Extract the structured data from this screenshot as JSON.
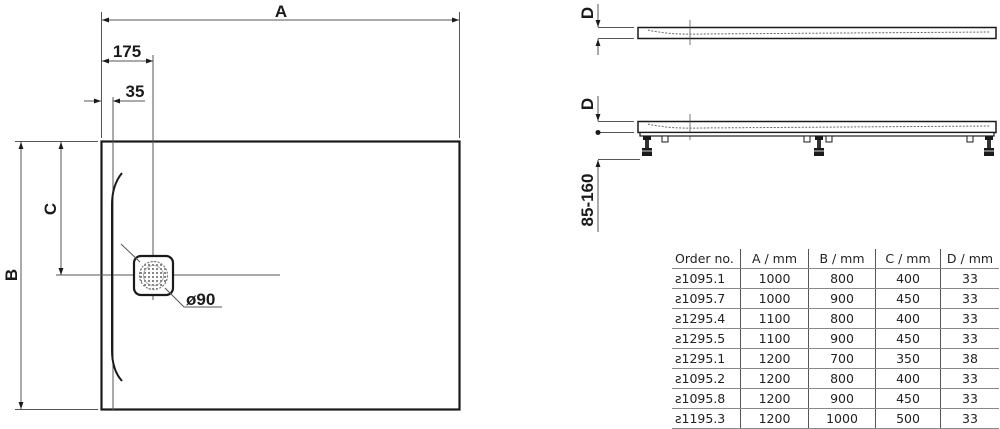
{
  "plan_view": {
    "dim_width_label": "A",
    "dim_height_label": "B",
    "dim_drain_offset_label": "C",
    "dim_drain_x_label": "175",
    "dim_edge_label": "35",
    "drain_diameter_label": "ø90",
    "icons": [
      "drain-grate-icon",
      "dimension-arrow-icon"
    ]
  },
  "side_view_top": {
    "dim_thickness_label": "D"
  },
  "side_view_bottom": {
    "dim_thickness_label": "D",
    "dim_feet_height_label": "85-160"
  },
  "table": {
    "headers": [
      "Order no.",
      "A / mm",
      "B / mm",
      "C / mm",
      "D / mm"
    ],
    "rows": [
      [
        "ƨ1095.1",
        "1000",
        "800",
        "400",
        "33"
      ],
      [
        "ƨ1095.7",
        "1000",
        "900",
        "450",
        "33"
      ],
      [
        "ƨ1295.4",
        "1100",
        "800",
        "400",
        "33"
      ],
      [
        "ƨ1295.5",
        "1100",
        "900",
        "450",
        "33"
      ],
      [
        "ƨ1295.1",
        "1200",
        "700",
        "350",
        "38"
      ],
      [
        "ƨ1095.2",
        "1200",
        "800",
        "400",
        "33"
      ],
      [
        "ƨ1095.8",
        "1200",
        "900",
        "450",
        "33"
      ],
      [
        "ƨ1195.3",
        "1200",
        "1000",
        "500",
        "33"
      ]
    ]
  },
  "colors": {
    "line": "#1a1a1a",
    "thin_line": "#555555",
    "background": "#ffffff"
  }
}
